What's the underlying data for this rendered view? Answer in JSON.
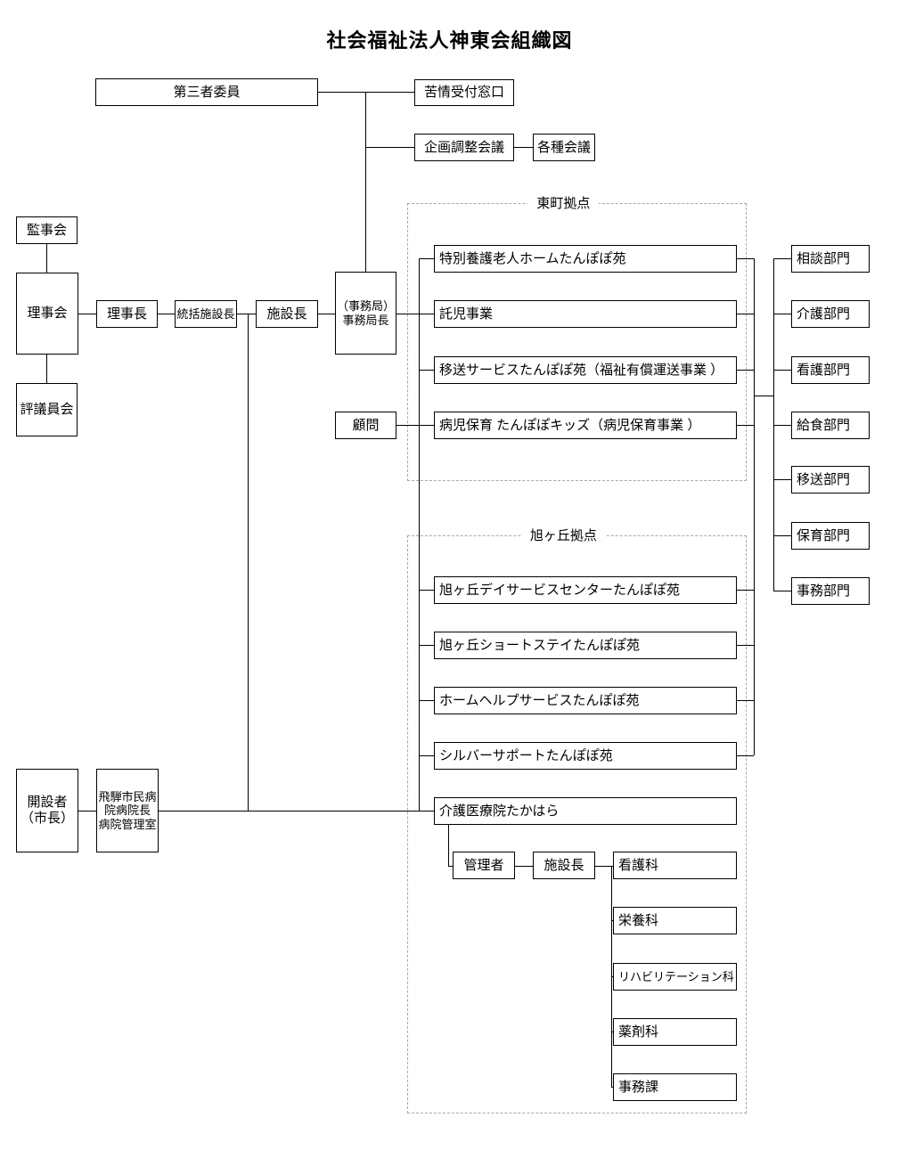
{
  "title": "社会福祉法人神東会組織図",
  "groups": {
    "higashimachi": {
      "label": "東町拠点"
    },
    "asahigaoka": {
      "label": "旭ヶ丘拠点"
    }
  },
  "nodes": {
    "third_party_committee": {
      "label": "第三者委員"
    },
    "complaint_desk": {
      "label": "苦情受付窓口"
    },
    "planning_meeting": {
      "label": "企画調整会議"
    },
    "various_meetings": {
      "label": "各種会議"
    },
    "auditors_board": {
      "label": "監事会"
    },
    "board_of_directors": {
      "label": "理事会"
    },
    "councilors_board": {
      "label": "評議員会"
    },
    "chairman": {
      "label": "理事長"
    },
    "general_facility_director": {
      "label": "統括施設長"
    },
    "facility_director": {
      "label": "施設長"
    },
    "secretariat_director": {
      "line1": "（事務局）",
      "line2": "事務局長"
    },
    "advisor": {
      "label": "顧問"
    },
    "tokuyo_home": {
      "label": "特別養護老人ホームたんぽぽ苑"
    },
    "childcare_business": {
      "label": "託児事業"
    },
    "transport_service": {
      "label": "移送サービスたんぽぽ苑（福祉有償運送事業 ）"
    },
    "sick_childcare": {
      "label": "病児保育 たんぽぽキッズ（病児保育事業 ）"
    },
    "dept_consultation": {
      "label": "相談部門"
    },
    "dept_care": {
      "label": "介護部門"
    },
    "dept_nursing": {
      "label": "看護部門"
    },
    "dept_meal": {
      "label": "給食部門"
    },
    "dept_transport": {
      "label": "移送部門"
    },
    "dept_childcare": {
      "label": "保育部門"
    },
    "dept_office": {
      "label": "事務部門"
    },
    "day_service": {
      "label": "旭ヶ丘デイサービスセンターたんぽぽ苑"
    },
    "short_stay": {
      "label": "旭ヶ丘ショートステイたんぽぽ苑"
    },
    "home_help": {
      "label": "ホームヘルプサービスたんぽぽ苑"
    },
    "silver_support": {
      "label": "シルバーサポートたんぽぽ苑"
    },
    "care_medical_center": {
      "label": "介護医療院たかはら"
    },
    "founder": {
      "line1": "開設者",
      "line2": "（市長）"
    },
    "hida_hospital": {
      "line1": "飛騨市民病院病院長",
      "line2": "病院管理室"
    },
    "administrator": {
      "label": "管理者"
    },
    "facility_director2": {
      "label": "施設長"
    },
    "sec_nursing": {
      "label": "看護科"
    },
    "sec_nutrition": {
      "label": "栄養科"
    },
    "sec_rehabilitation": {
      "label": "リハビリテーション科"
    },
    "sec_pharmacy": {
      "label": "薬剤科"
    },
    "sec_office": {
      "label": "事務課"
    }
  }
}
